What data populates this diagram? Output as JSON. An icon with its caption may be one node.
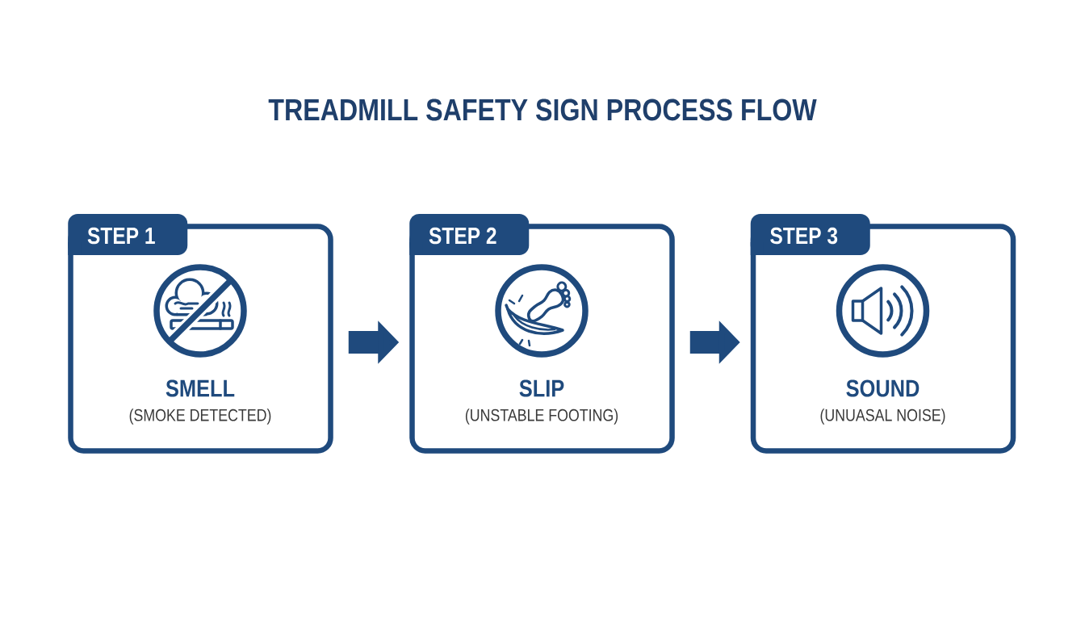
{
  "diagram": {
    "title": "TREADMILL SAFETY SIGN PROCESS FLOW",
    "nodes": [
      {
        "text": [
          "STEP 1",
          "SMELL",
          "(SMOKE DETECTED)"
        ]
      },
      {
        "text": [
          "STEP 2",
          "SLIP",
          "(UNSTABLE FOOTING)"
        ]
      },
      {
        "text": [
          "STEP 3",
          "SOUND",
          "(UNUASAL NOISE)"
        ]
      }
    ],
    "edges": [
      {
        "from": 0,
        "to": 1,
        "arrow": "to"
      },
      {
        "from": 1,
        "to": 2,
        "arrow": "to"
      }
    ]
  }
}
